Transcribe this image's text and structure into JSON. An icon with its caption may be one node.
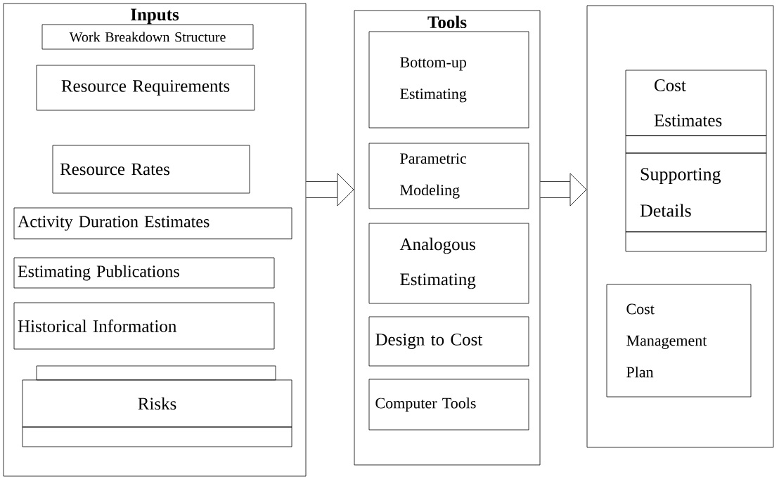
{
  "diagram": {
    "nodes": [
      {
        "text": [
          "Inputs"
        ]
      },
      {
        "text": [
          "Work Breakdown Structure"
        ],
        "in": 0
      },
      {
        "text": [
          "Resource Requirements"
        ],
        "in": 0
      },
      {
        "text": [
          "Resource Rates"
        ],
        "in": 0
      },
      {
        "text": [
          "Activity Duration Estimates"
        ],
        "in": 0
      },
      {
        "text": [
          "Estimating Publications"
        ],
        "in": 0
      },
      {
        "text": [
          "Historical Information"
        ],
        "in": 0
      },
      {
        "text": [
          "Risks"
        ],
        "in": 0
      },
      {
        "text": [
          "Tools"
        ]
      },
      {
        "text": [
          "Bottom-up Estimating"
        ],
        "in": 8
      },
      {
        "text": [
          "Parametric Modeling"
        ],
        "in": 8
      },
      {
        "text": [
          "Analogous Estimating"
        ],
        "in": 8
      },
      {
        "text": [
          "Design to Cost"
        ],
        "in": 8
      },
      {
        "text": [
          "Computer Tools"
        ],
        "in": 8
      },
      {
        "text": [],
        "shape": "box"
      },
      {
        "text": [
          "Cost Estimates"
        ],
        "in": 14
      },
      {
        "text": [
          "Supporting Details"
        ],
        "in": 14
      },
      {
        "text": [
          "Cost Management Plan"
        ],
        "in": 14
      }
    ],
    "edges": [
      {
        "from": 0,
        "to": 8,
        "arrow": "to"
      },
      {
        "from": 8,
        "to": 14,
        "arrow": "to"
      }
    ]
  }
}
